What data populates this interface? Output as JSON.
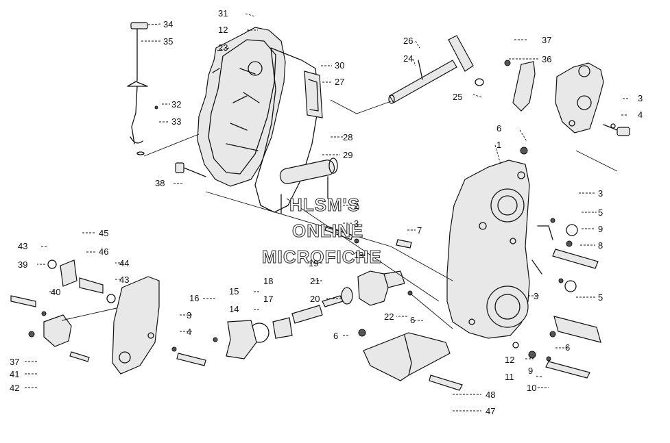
{
  "watermark": {
    "line1": "HLSM'S",
    "line2": "ONLINE",
    "line3": "MICROFICHE"
  },
  "callouts": {
    "c34": "34",
    "c35": "35",
    "c31": "31",
    "c12a": "12",
    "c23": "23",
    "c30": "30",
    "c27": "27",
    "c32": "32",
    "c33": "33",
    "c28": "28",
    "c29": "29",
    "c38": "38",
    "c26": "26",
    "c24": "24",
    "c25": "25",
    "c37a": "37",
    "c36": "36",
    "c3a": "3",
    "c4a": "4",
    "c6a": "6",
    "c1": "1",
    "c3b": "3",
    "c5a": "5",
    "c9a": "9",
    "c8": "8",
    "c5b": "5",
    "c3c": "3",
    "c2": "2",
    "c3d": "3",
    "c13": "13",
    "c7": "7",
    "c19": "19",
    "c18": "18",
    "c21": "21",
    "c17": "17",
    "c20": "20",
    "c22": "22",
    "c6b": "6",
    "c6c": "6",
    "c6d": "6",
    "c12b": "12",
    "c11": "11",
    "c9b": "9",
    "c10": "10",
    "c48": "48",
    "c47": "47",
    "c15": "15",
    "c14": "14",
    "c16": "16",
    "c3e": "3",
    "c4b": "4",
    "c45": "45",
    "c46": "46",
    "c44": "44",
    "c43a": "43",
    "c43b": "43",
    "c39": "39",
    "c40": "40",
    "c37b": "37",
    "c41": "41",
    "c42": "42"
  }
}
